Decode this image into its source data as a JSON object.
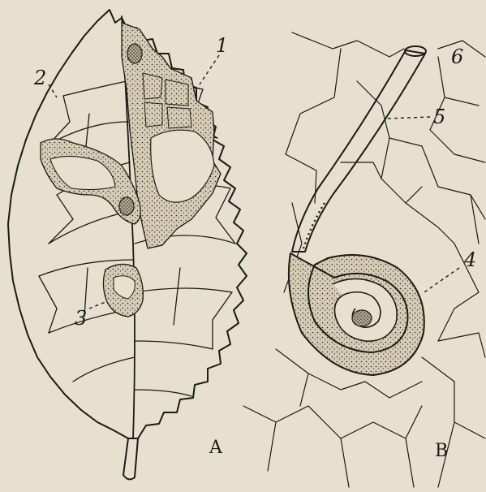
{
  "figure": {
    "panels": [
      {
        "id": "panel-a",
        "label": "A"
      },
      {
        "id": "panel-b",
        "label": "B"
      }
    ],
    "callouts": [
      "1",
      "2",
      "3",
      "4",
      "5",
      "6"
    ],
    "colors": {
      "paper": "#e8e0cf",
      "ink": "#1c1a16",
      "stipple_fill": "#c9bfa8"
    }
  }
}
